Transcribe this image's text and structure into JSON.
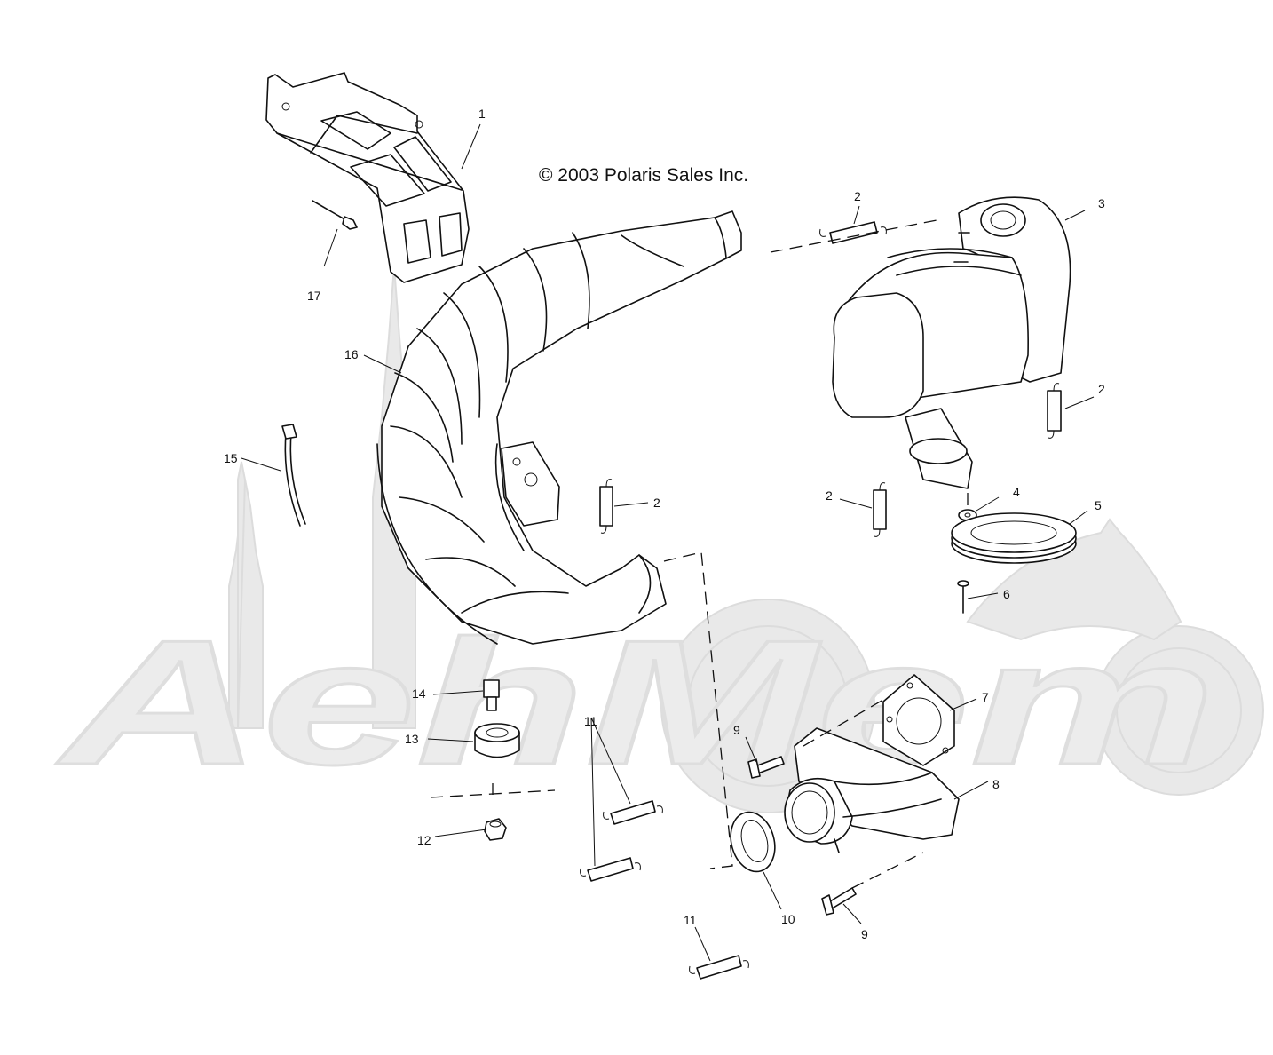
{
  "copyright": "© 2003 Polaris Sales Inc.",
  "watermark": "AehMem",
  "callouts": [
    "1",
    "2",
    "3",
    "2",
    "2",
    "2",
    "4",
    "5",
    "6",
    "7",
    "8",
    "9",
    "9",
    "10",
    "11",
    "11",
    "12",
    "13",
    "14",
    "15",
    "16",
    "17"
  ]
}
